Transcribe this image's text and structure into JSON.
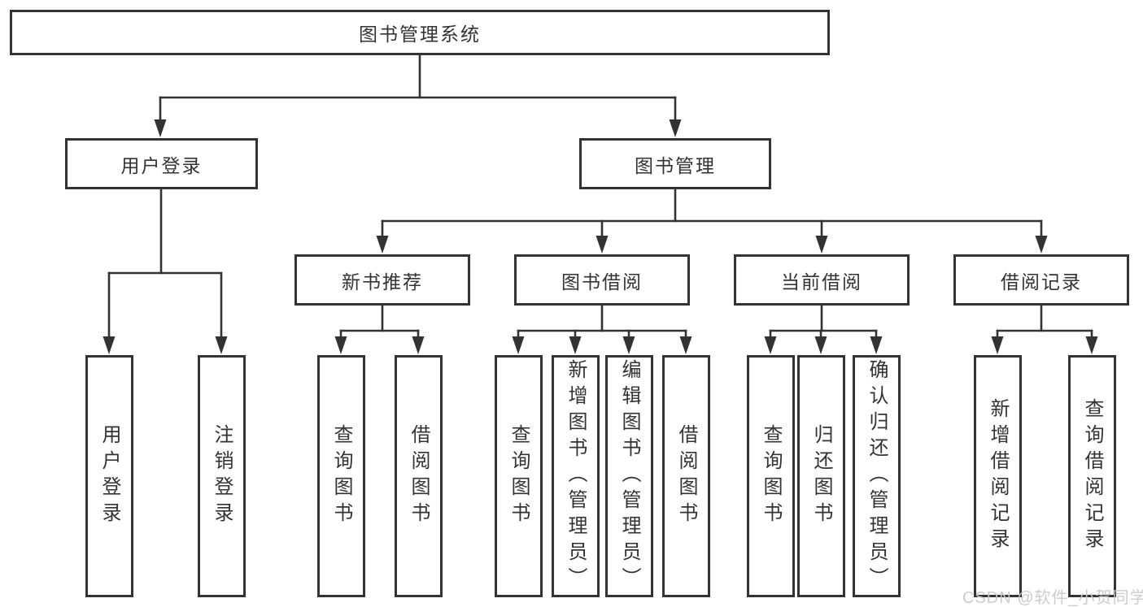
{
  "colors": {
    "line": "#333333",
    "box_border": "#333333",
    "text": "#333333",
    "background": "#ffffff",
    "watermark": "#c9c9c9"
  },
  "watermark": {
    "text": "CSDN @软件_小贺同学"
  },
  "diagram": {
    "type": "hierarchy-tree",
    "root": {
      "label": "图书管理系统"
    },
    "children": [
      {
        "label": "用户登录",
        "children": [
          {
            "label": "用户登录"
          },
          {
            "label": "注销登录"
          }
        ]
      },
      {
        "label": "图书管理",
        "children": [
          {
            "label": "新书推荐",
            "children": [
              {
                "label": "查询图书"
              },
              {
                "label": "借阅图书"
              }
            ]
          },
          {
            "label": "图书借阅",
            "children": [
              {
                "label": "查询图书"
              },
              {
                "label": "新增图书（管理员）"
              },
              {
                "label": "编辑图书（管理员）"
              },
              {
                "label": "借阅图书"
              }
            ]
          },
          {
            "label": "当前借阅",
            "children": [
              {
                "label": "查询图书"
              },
              {
                "label": "归还图书"
              },
              {
                "label": "确认归还（管理员）"
              }
            ]
          },
          {
            "label": "借阅记录",
            "children": [
              {
                "label": "新增借阅记录"
              },
              {
                "label": "查询借阅记录"
              }
            ]
          }
        ]
      }
    ]
  }
}
